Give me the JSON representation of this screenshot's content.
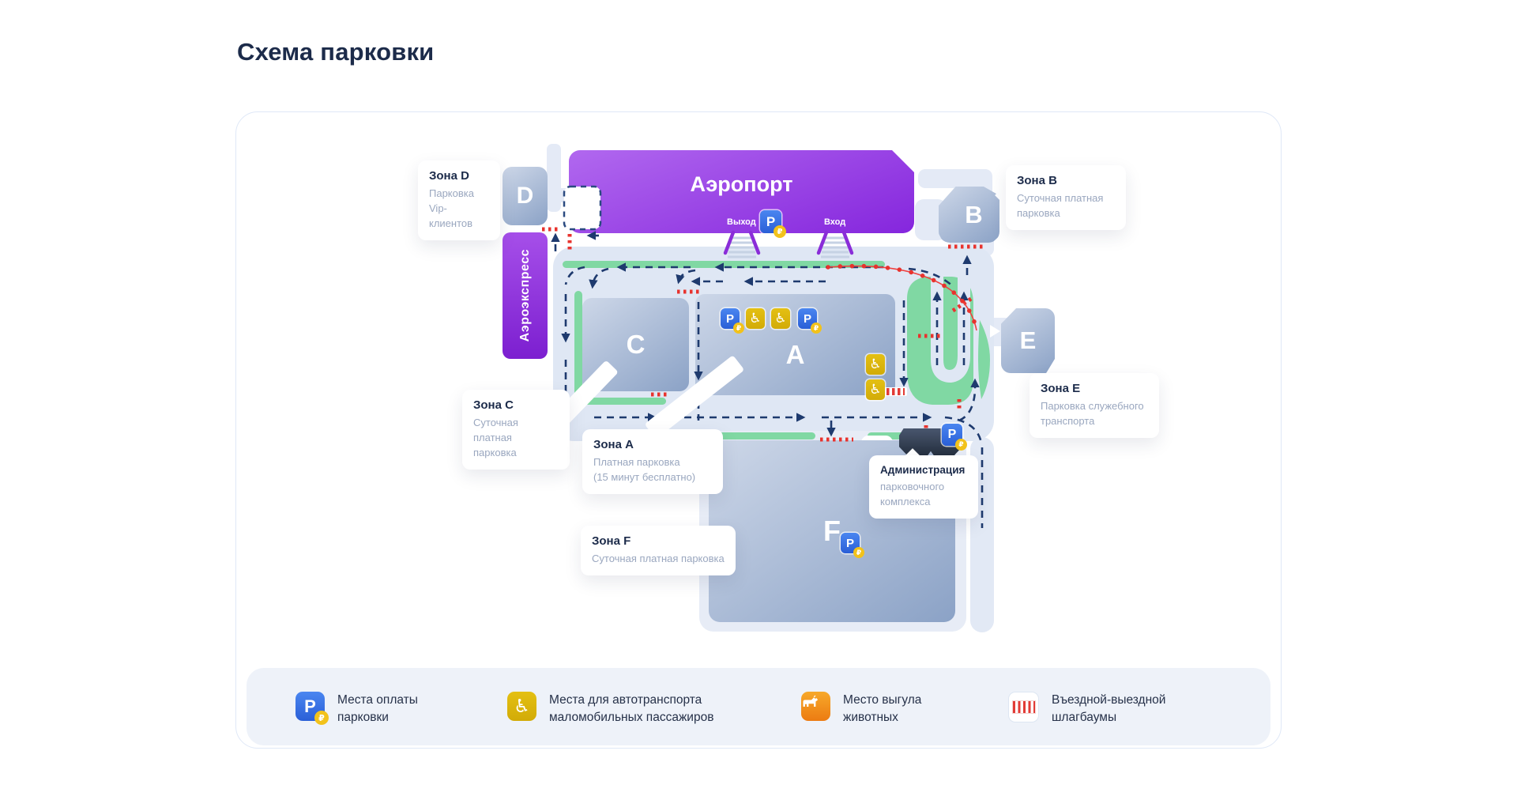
{
  "title": "Схема парковки",
  "icons": {
    "p_letter": "P",
    "ruble": "₽",
    "wheelchair": "♿"
  },
  "map": {
    "airport": {
      "name": "Аэропорт",
      "exit": "Выход",
      "entrance": "Вход"
    },
    "aeroexpress": "Аэроэкспресс",
    "zones": {
      "d": {
        "letter": "D",
        "title": "Зона D",
        "lines": [
          "Парковка",
          "Vip-клиентов"
        ]
      },
      "b": {
        "letter": "B",
        "title": "Зона B",
        "lines": [
          "Суточная платная",
          "парковка"
        ]
      },
      "c": {
        "letter": "C",
        "title": "Зона C",
        "lines": [
          "Суточная платная",
          "парковка"
        ]
      },
      "a": {
        "letter": "A",
        "title": "Зона A",
        "lines": [
          "Платная парковка",
          "(15 минут бесплатно)"
        ]
      },
      "e": {
        "letter": "E",
        "title": "Зона E",
        "lines": [
          "Парковка служебного",
          "транспорта"
        ]
      },
      "f": {
        "letter": "F",
        "title": "Зона F",
        "lines": [
          "Суточная платная парковка"
        ]
      }
    },
    "admin": {
      "title": "Администрация",
      "lines": [
        "парковочного",
        "комплекса"
      ]
    }
  },
  "legend": [
    {
      "icon": "parking-payment-icon",
      "lines": [
        "Места оплаты",
        "парковки"
      ]
    },
    {
      "icon": "wheelchair-icon",
      "lines": [
        "Места для автотранспорта",
        "маломобильных пассажиров"
      ]
    },
    {
      "icon": "dog-walking-icon",
      "lines": [
        "Место выгула",
        "животных"
      ]
    },
    {
      "icon": "barrier-icon",
      "lines": [
        "Въездной-выездной",
        "шлагбаумы"
      ]
    }
  ],
  "colors": {
    "title_text": "#1c2b4a",
    "muted_text": "#9aa7bf",
    "purple": "#8526dd",
    "road": "#dfe7f4",
    "green": "#80d8a3",
    "arrow_navy": "#1e3a6e",
    "barrier_red": "#e8332e",
    "gold": "#d2ab07",
    "p_blue": "#2a5fd7",
    "coin_yellow": "#f2c21b",
    "dog_orange": "#ec7b12",
    "legend_bg": "#eef2f9"
  }
}
